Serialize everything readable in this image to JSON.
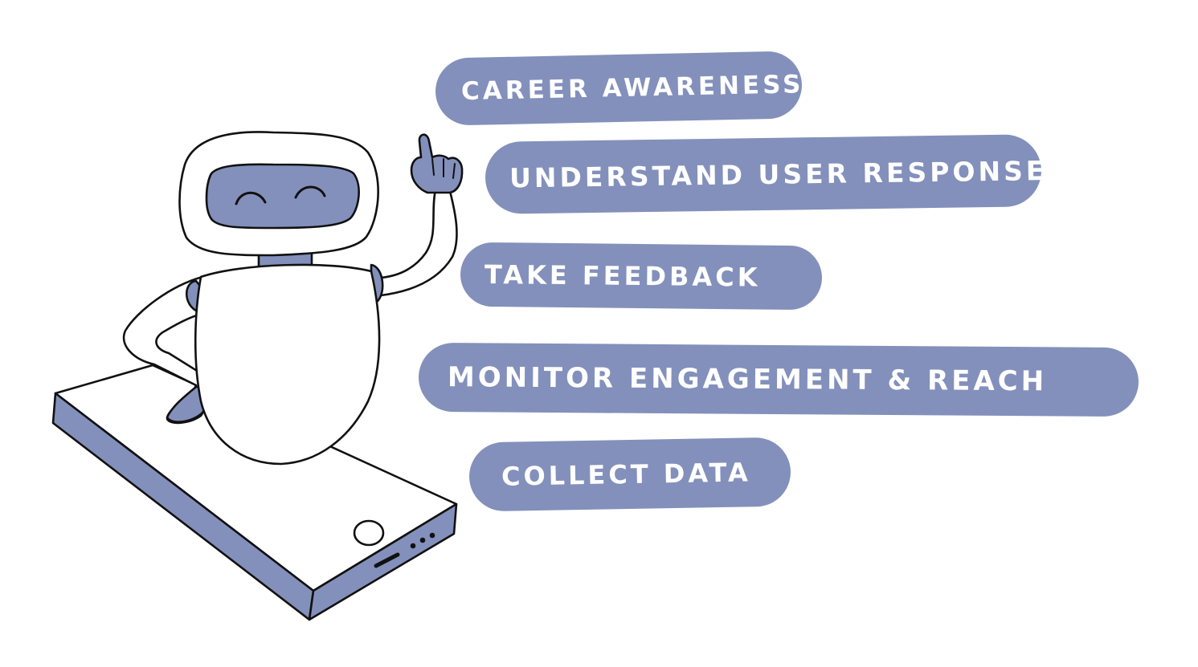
{
  "colors": {
    "accent": "#8390bb",
    "ink": "#111111",
    "white": "#ffffff"
  },
  "labels": [
    {
      "text": "CAREER AWARENESS"
    },
    {
      "text": "UNDERSTAND USER RESPONSE"
    },
    {
      "text": "TAKE FEEDBACK"
    },
    {
      "text": "MONITOR ENGAGEMENT & REACH"
    },
    {
      "text": "COLLECT DATA"
    }
  ],
  "illustration": {
    "subject": "robot-icon",
    "base": "smartphone-icon"
  }
}
